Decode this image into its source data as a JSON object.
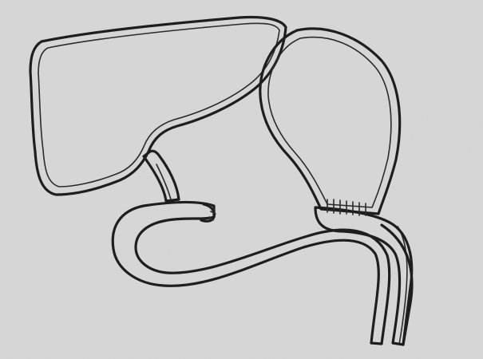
{
  "figure": {
    "parts": [
      {
        "id": "liver",
        "shading": "dark"
      },
      {
        "id": "stomach",
        "shading": "medium"
      },
      {
        "id": "intestine-loop",
        "shading": "light"
      },
      {
        "id": "bile-duct",
        "shading": "light"
      }
    ],
    "colors": {
      "paper": "#d8d8d8",
      "ink": "#1e1e1e",
      "liver_fill": "#8e8e8e",
      "stomach_fill": "#a4a4a4",
      "intestine_fill": "#c2c2c2"
    },
    "annotations": []
  }
}
